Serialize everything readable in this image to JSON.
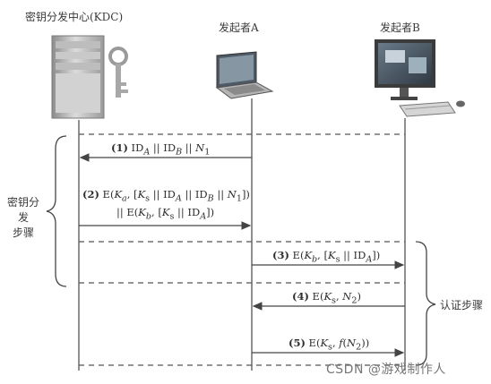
{
  "participants": {
    "kdc": "密钥分发中心(KDC)",
    "a": "发起者A",
    "b": "发起者B"
  },
  "phases": {
    "distribution": [
      "密钥分",
      "发",
      "步骤"
    ],
    "authentication": "认证步骤"
  },
  "messages": [
    {
      "step": "(1)",
      "parts": [
        "ID",
        "A",
        " || ID",
        "B",
        " || ",
        "N",
        "1"
      ]
    },
    {
      "step": "(2)",
      "line1": [
        "E(",
        "K",
        "a",
        ", [",
        "K",
        "s",
        " || ID",
        "A",
        " || ID",
        "B",
        " || ",
        "N",
        "1",
        "])"
      ],
      "line2": [
        "|| E(",
        "K",
        "b",
        ", [",
        "K",
        "s",
        " || ID",
        "A",
        "])"
      ]
    },
    {
      "step": "(3)",
      "parts": [
        "E(",
        "K",
        "b",
        ", [",
        "K",
        "s",
        " || ID",
        "A",
        "])"
      ]
    },
    {
      "step": "(4)",
      "parts": [
        "E(",
        "K",
        "s",
        ", ",
        "N",
        "2",
        ")"
      ]
    },
    {
      "step": "(5)",
      "parts": [
        "E(",
        "K",
        "s",
        ", ",
        "f",
        "(",
        "N",
        "2",
        "))"
      ]
    }
  ],
  "watermark": "CSDN @游戏制作人"
}
